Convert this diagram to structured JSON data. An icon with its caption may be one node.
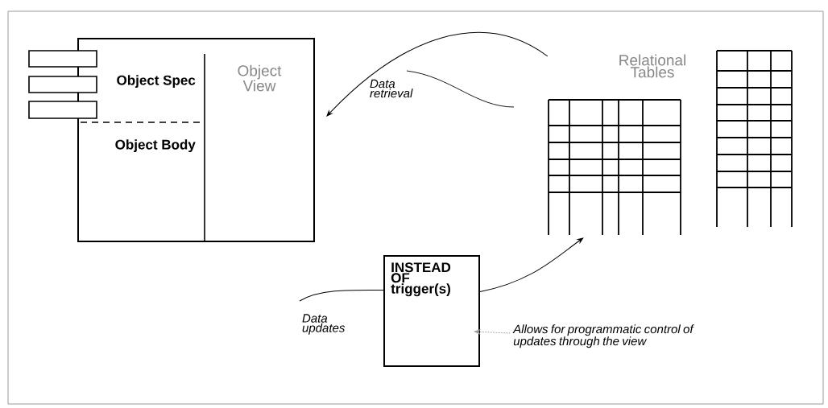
{
  "diagram": {
    "nodes": [
      {
        "text": [
          "Object View"
        ]
      },
      {
        "text": [
          "Object Spec"
        ],
        "in": 0
      },
      {
        "text": [
          "Object Body"
        ],
        "in": 0
      },
      {
        "text": [
          "Relational Tables"
        ]
      },
      {
        "text": [
          "INSTEAD OF trigger(s)"
        ]
      },
      {
        "text": [
          "Allows for programmatic control of updates through the view"
        ]
      }
    ],
    "edges": [
      {
        "from": 3,
        "to": 0,
        "arrow": "to",
        "label": "Data retrieval"
      },
      {
        "from": null,
        "to": 4,
        "arrow": "none",
        "label": "Data updates"
      },
      {
        "from": 4,
        "to": 3,
        "arrow": "to"
      },
      {
        "from": 5,
        "to": 4,
        "arrow": "to",
        "style": "dashed",
        "color": "#999999"
      }
    ]
  }
}
